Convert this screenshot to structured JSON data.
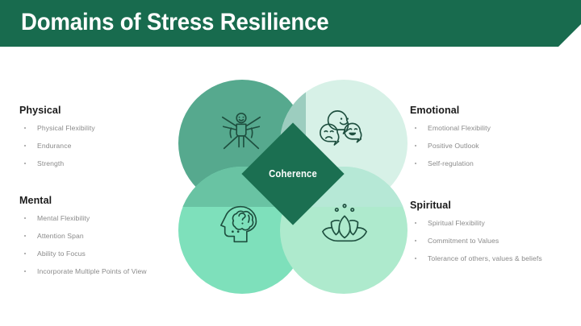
{
  "header": {
    "title": "Domains of Stress Resilience",
    "background_color": "#186b4e",
    "title_color": "#ffffff"
  },
  "center": {
    "label": "Coherence",
    "shape": "diamond",
    "background_color": "#1b6f51",
    "text_color": "#ffffff"
  },
  "domains": [
    {
      "key": "physical",
      "heading": "Physical",
      "position": "top-left",
      "circle_color": "#56a98e",
      "icon": "stretching-person-icon",
      "items": [
        "Physical Flexibility",
        "Endurance",
        "Strength"
      ]
    },
    {
      "key": "emotional",
      "heading": "Emotional",
      "position": "top-right",
      "circle_color": "#d7f1e7",
      "icon": "emotion-faces-icon",
      "items": [
        "Emotional Flexibility",
        "Positive Outlook",
        "Self-regulation"
      ]
    },
    {
      "key": "mental",
      "heading": "Mental",
      "position": "bottom-left",
      "circle_color": "#7ee0bb",
      "icon": "head-brain-question-icon",
      "items": [
        "Mental Flexibility",
        "Attention Span",
        "Ability to Focus",
        "Incorporate Multiple Points of View"
      ]
    },
    {
      "key": "spiritual",
      "heading": "Spiritual",
      "position": "bottom-right",
      "circle_color": "#aeeacd",
      "icon": "lotus-flower-icon",
      "items": [
        "Spiritual Flexibility",
        "Commitment to Values",
        "Tolerance of others, values & beliefs"
      ]
    }
  ],
  "theme": {
    "slide_background": "#ffffff",
    "heading_color": "#1a1a1a",
    "body_text_color": "#8a8a8a",
    "icon_stroke_color": "#1e4f3f"
  }
}
